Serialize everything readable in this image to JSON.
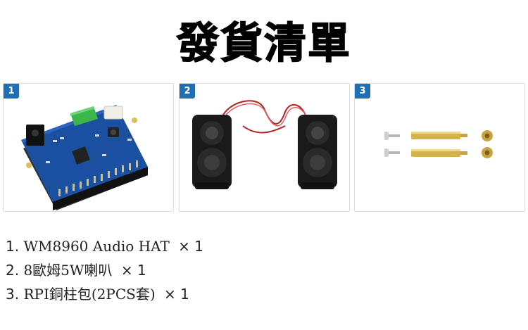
{
  "title": "發貨清單",
  "cards": [
    {
      "number": "1",
      "image": "wm8960-audio-hat-board"
    },
    {
      "number": "2",
      "image": "speaker-pair-with-red-wire"
    },
    {
      "number": "3",
      "image": "screws-standoffs-nuts"
    }
  ],
  "items": [
    {
      "index": "1.",
      "name": "WM8960 Audio HAT",
      "qty": "× 1"
    },
    {
      "index": "2.",
      "name": "8歐姆5W喇叭",
      "qty": " × 1"
    },
    {
      "index": "3.",
      "name": "RPI銅柱包(2PCS套)",
      "qty": "× 1"
    }
  ],
  "colors": {
    "badge": "#1f6fb2",
    "pcb": "#1b4fa0",
    "terminal": "#3cb54a",
    "brass": "#d6b24a"
  }
}
